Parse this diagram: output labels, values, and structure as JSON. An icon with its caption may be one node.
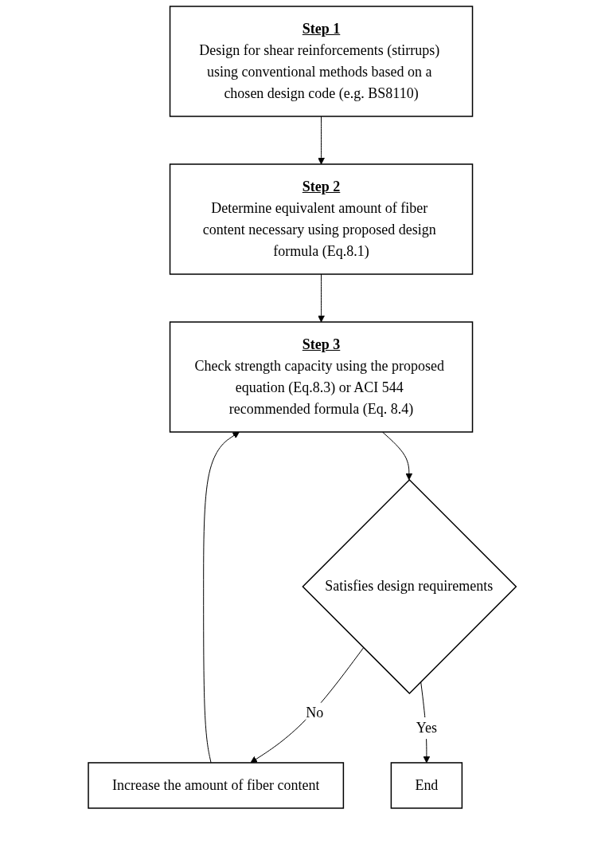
{
  "diagram": {
    "nodes": [
      {
        "text": [
          "Step 1",
          "Design for shear reinforcements (stirrups) using conventional methods based on a chosen design code (e.g. BS8110)"
        ]
      },
      {
        "text": [
          "Step 2",
          "Determine equivalent amount of fiber content necessary using proposed design formula (Eq.8.1)"
        ]
      },
      {
        "text": [
          "Step 3",
          "Check strength capacity using the proposed equation (Eq.8.3) or ACI 544 recommended formula (Eq. 8.4)"
        ]
      },
      {
        "text": [
          "Satisfies design requirements"
        ]
      },
      {
        "text": [
          "Increase the amount of fiber content"
        ]
      },
      {
        "text": [
          "End"
        ]
      }
    ],
    "edges": [
      {
        "from": 0,
        "to": 1,
        "arrow": "to"
      },
      {
        "from": 1,
        "to": 2,
        "arrow": "to"
      },
      {
        "from": 2,
        "to": 3,
        "arrow": "to"
      },
      {
        "from": 3,
        "to": 4,
        "label": "No",
        "arrow": "to"
      },
      {
        "from": 4,
        "to": 2,
        "arrow": "to"
      },
      {
        "from": 3,
        "to": 5,
        "label": "Yes",
        "arrow": "to"
      }
    ]
  }
}
